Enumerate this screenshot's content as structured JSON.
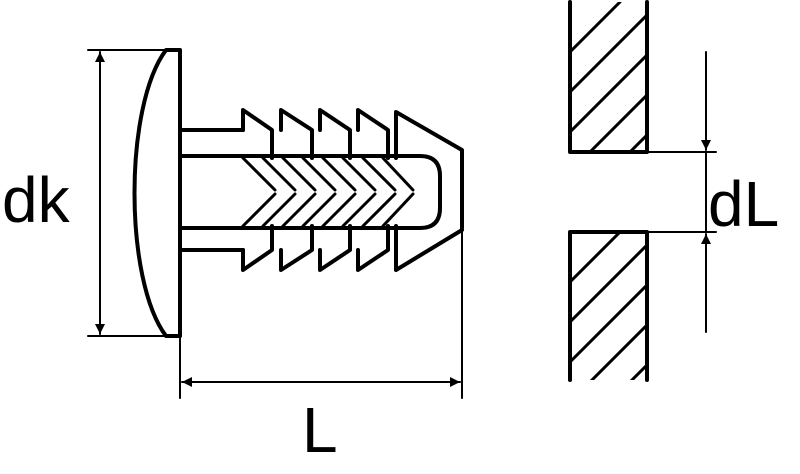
{
  "labels": {
    "head_diameter": "dk",
    "length": "L",
    "hole_diameter": "dL"
  },
  "colors": {
    "stroke": "#000000",
    "background": "#ffffff"
  }
}
